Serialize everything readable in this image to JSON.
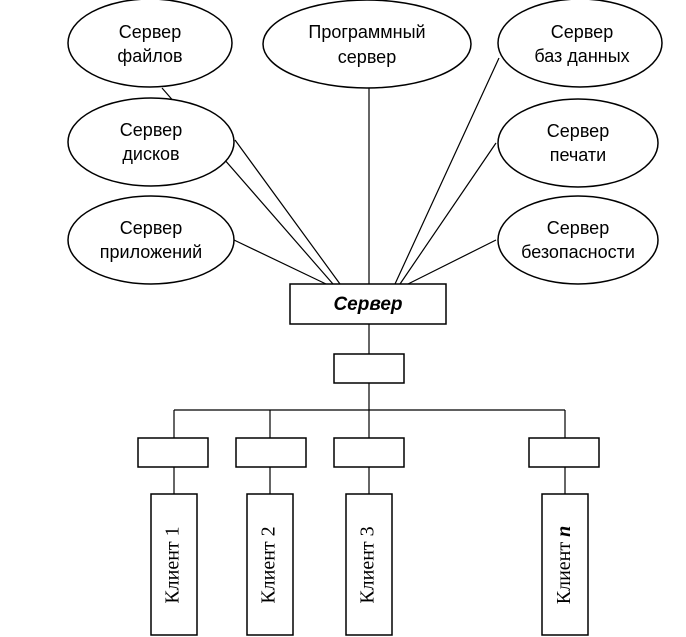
{
  "diagram": {
    "servers": {
      "files": [
        "Сервер",
        "файлов"
      ],
      "program": [
        "Программный",
        "сервер"
      ],
      "databases": [
        "Сервер",
        "баз данных"
      ],
      "disks": [
        "Сервер",
        "дисков"
      ],
      "print": [
        "Сервер",
        "печати"
      ],
      "apps": [
        "Сервер",
        "приложений"
      ],
      "security": [
        "Сервер",
        "безопасности"
      ]
    },
    "main_server": "Сервер",
    "clients": {
      "c1": "Клиент 1",
      "c2": "Клиент 2",
      "c3": "Клиент 3",
      "cn_prefix": "Клиент ",
      "cn_suffix": "n"
    }
  }
}
